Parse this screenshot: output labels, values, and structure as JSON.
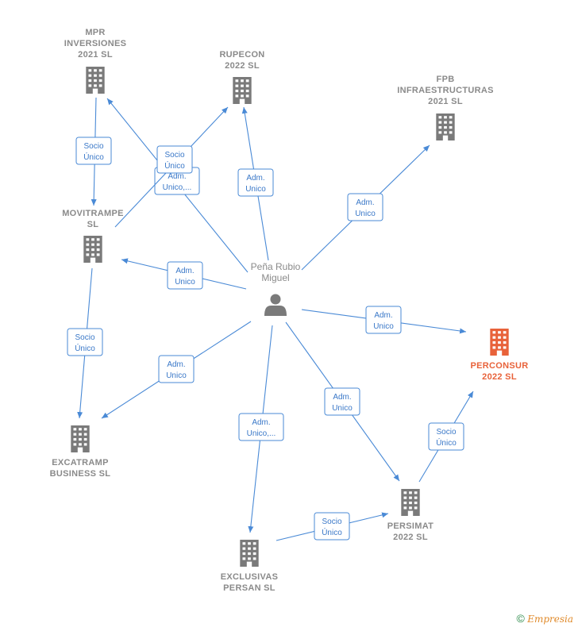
{
  "colors": {
    "edge": "#4a8ad6",
    "building": "#7a7a7a",
    "focus": "#e8623a",
    "person": "#7a7a7a"
  },
  "person": {
    "id": "pena",
    "label": [
      "Peña Rubio",
      "Miguel"
    ]
  },
  "companies": [
    {
      "id": "mpr",
      "label": [
        "MPR",
        "INVERSIONES",
        "2021  SL"
      ]
    },
    {
      "id": "rupecon",
      "label": [
        "RUPECON",
        "2022  SL"
      ]
    },
    {
      "id": "fpb",
      "label": [
        "FPB",
        "INFRAESTRUCTURAS",
        "2021  SL"
      ]
    },
    {
      "id": "movitrampe",
      "label": [
        "MOVITRAMPE",
        "SL"
      ]
    },
    {
      "id": "perconsur",
      "label": [
        "PERCONSUR",
        "2022  SL"
      ],
      "focus": true
    },
    {
      "id": "excatramp",
      "label": [
        "EXCATRAMP",
        "BUSINESS  SL"
      ]
    },
    {
      "id": "persimat",
      "label": [
        "PERSIMAT",
        "2022  SL"
      ]
    },
    {
      "id": "exclusivas",
      "label": [
        "EXCLUSIVAS",
        "PERSAN  SL"
      ]
    }
  ],
  "edges": [
    {
      "id": "e-pena-mpr",
      "from": "pena",
      "to": "mpr",
      "label": [
        "Adm.",
        "Unico,..."
      ]
    },
    {
      "id": "e-pena-rupecon",
      "from": "pena",
      "to": "rupecon",
      "label": [
        "Adm.",
        "Unico"
      ]
    },
    {
      "id": "e-movitrampe-rupecon",
      "from": "movitrampe",
      "to": "rupecon",
      "label": [
        "Socio",
        "Único"
      ]
    },
    {
      "id": "e-mpr-movitrampe",
      "from": "mpr",
      "to": "movitrampe",
      "label": [
        "Socio",
        "Único"
      ]
    },
    {
      "id": "e-pena-fpb",
      "from": "pena",
      "to": "fpb",
      "label": [
        "Adm.",
        "Unico"
      ]
    },
    {
      "id": "e-pena-movitrampe",
      "from": "pena",
      "to": "movitrampe",
      "label": [
        "Adm.",
        "Unico"
      ]
    },
    {
      "id": "e-pena-perconsur",
      "from": "pena",
      "to": "perconsur",
      "label": [
        "Adm.",
        "Unico"
      ]
    },
    {
      "id": "e-movitrampe-excatramp",
      "from": "movitrampe",
      "to": "excatramp",
      "label": [
        "Socio",
        "Único"
      ]
    },
    {
      "id": "e-pena-excatramp",
      "from": "pena",
      "to": "excatramp",
      "label": [
        "Adm.",
        "Unico"
      ]
    },
    {
      "id": "e-pena-persimat",
      "from": "pena",
      "to": "persimat",
      "label": [
        "Adm.",
        "Unico"
      ]
    },
    {
      "id": "e-pena-exclusivas",
      "from": "pena",
      "to": "exclusivas",
      "label": [
        "Adm.",
        "Unico,..."
      ]
    },
    {
      "id": "e-persimat-perconsur",
      "from": "persimat",
      "to": "perconsur",
      "label": [
        "Socio",
        "Único"
      ]
    },
    {
      "id": "e-exclusivas-persimat",
      "from": "exclusivas",
      "to": "persimat",
      "label": [
        "Socio",
        "Único"
      ]
    }
  ],
  "footer": {
    "copyright_symbol": "©",
    "brand": "Empresia"
  }
}
